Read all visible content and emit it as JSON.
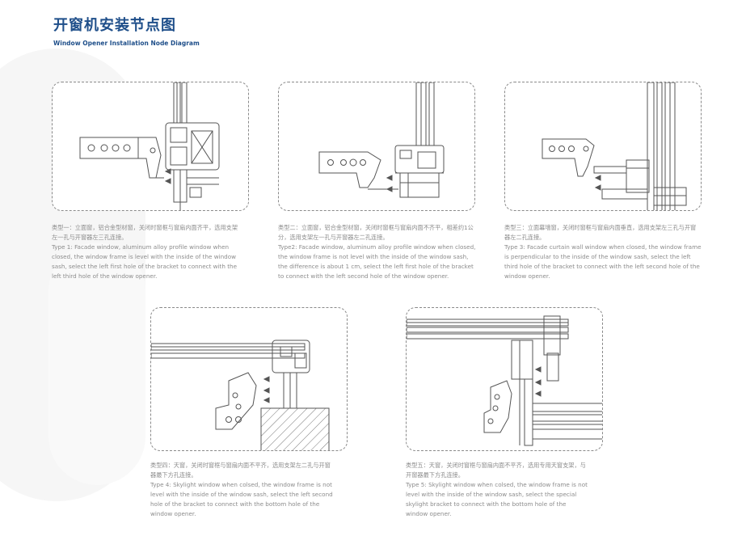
{
  "title": {
    "cn": "开窗机安装节点图",
    "en": "Window Opener Installation Node Diagram"
  },
  "nodes": [
    {
      "cn": "类型一：立面窗，铝合金型材窗，关闭时窗框与窗扇内面齐平，选用支架左一孔与开窗器左三孔连接。",
      "en": "Type 1: Facade window, aluminum alloy profile window when closed, the window frame is level with the inside of the window sash, select the left first hole of the bracket to connect with the left third hole of the window opener."
    },
    {
      "cn": "类型二：立面窗，铝合金型材窗，关闭时窗框与窗扇内面不齐平，相差约1公分，选用支架左一孔与开窗器左二孔连接。",
      "en": "Type2: Facade window, aluminum alloy profile window when closed, the window frame is not level with the inside of the window sash, the difference is about 1 cm, select the left first hole of the bracket to connect with the left second hole of the window opener."
    },
    {
      "cn": "类型三：立面幕墙窗，关闭时窗框与窗扇内面垂直，选用支架左三孔与开窗器左二孔连接。",
      "en": "Type 3: Facade curtain wall window when closed, the window frame is perpendicular to the inside of the window sash, select the left third hole of the bracket to connect with the left second hole of the window opener."
    },
    {
      "cn": "类型四：天窗，关闭时窗框与窗扇内面不平齐，选用支架左二孔与开窗器最下方孔连接。",
      "en": "Type 4: Skylight window when colsed, the window frame is not level with the inside of the window sash, select the left second hole of the bracket to connect with the bottom hole of the window opener."
    },
    {
      "cn": "类型五：天窗，关闭时窗框与窗扇内面不平齐，选用专用天窗支架，与开窗器最下方孔连接。",
      "en": "Type 5: Skylight window when colsed, the window frame is not level with the inside of the window sash, select the special skylight bracket to connect with the bottom hole of the window opener."
    }
  ]
}
